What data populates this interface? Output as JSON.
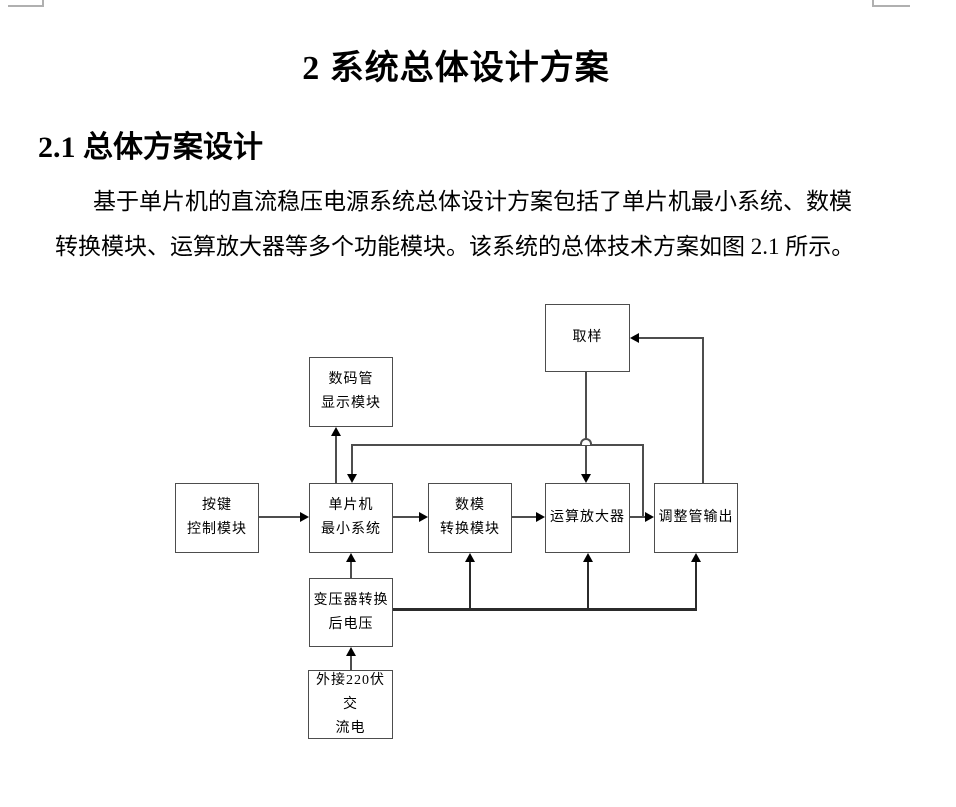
{
  "document": {
    "title": "2 系统总体设计方案",
    "section_heading": "2.1 总体方案设计",
    "paragraph": {
      "line1": "基于单片机的直流稳压电源系统总体设计方案包括了单片机最小系统、数模",
      "line2": "转换模块、运算放大器等多个功能模块。该系统的总体技术方案如图 2.1 所示。"
    }
  },
  "diagram": {
    "figure_reference": "图 2.1",
    "boxes": [
      {
        "id": "sampling",
        "label": "取样"
      },
      {
        "id": "segment-display",
        "label": "数码管\n显示模块"
      },
      {
        "id": "keypad",
        "label": "按键\n控制模块"
      },
      {
        "id": "mcu",
        "label": "单片机\n最小系统"
      },
      {
        "id": "dac",
        "label": "数模\n转换模块"
      },
      {
        "id": "opamp",
        "label": "运算放大器"
      },
      {
        "id": "regulator",
        "label": "调整管输出"
      },
      {
        "id": "transformer",
        "label": "变压器转换\n后电压"
      },
      {
        "id": "mains",
        "label": "外接220伏交\n流电"
      }
    ]
  },
  "colors": {
    "text": "#000000",
    "connector_line": "#4d4d4d",
    "power_line": "#2b2b2b",
    "box_border": "#4d4d4d",
    "crop_mark": "#b0b0b0",
    "background": "#ffffff"
  }
}
